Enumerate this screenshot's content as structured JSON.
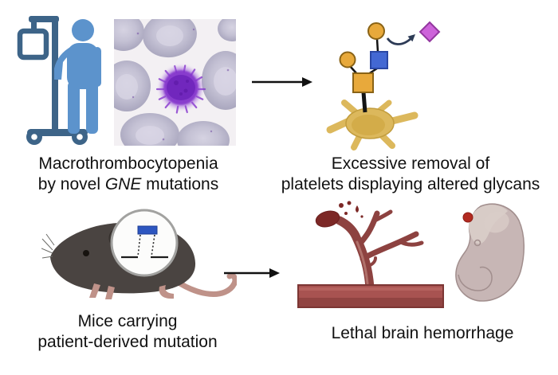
{
  "colors": {
    "person-blue": "#5c93cc",
    "pole-blue": "#3d6488",
    "micro-bg": "#f3f0f3",
    "rbc-gray": "#aeabc2",
    "platelet-purple": "#7127bd",
    "glycan-yellow": "#e8a93b",
    "glycan-blue": "#4368d3",
    "sialic-purple": "#cd63da",
    "platelet-tan": "#dcb85c",
    "arrow-black": "#111111",
    "curve-arrow": "#2d3b56",
    "mouse-dark": "#4a4441",
    "mouse-pink": "#bf9289",
    "magnifier-blue": "#2d56c0",
    "vessel-red": "#a85351",
    "vessel-branch": "#8d4240",
    "blood-dark": "#7c2826",
    "embryo-body": "#c7b6b5",
    "embryo-head": "#d9cdc8",
    "hemorrhage-red": "#b22a20",
    "text": "#111111"
  },
  "captions": {
    "top_left": {
      "line1": "Macrothrombocytopenia",
      "line2_pre": "by novel ",
      "gene": "GNE",
      "line2_post": " mutations"
    },
    "top_right": {
      "line1": "Excessive removal of",
      "line2": "platelets displaying altered glycans"
    },
    "bottom_left": {
      "line1": "Mice carrying",
      "line2": "patient-derived mutation"
    },
    "bottom_right": {
      "line1": "Lethal brain hemorrhage"
    }
  }
}
